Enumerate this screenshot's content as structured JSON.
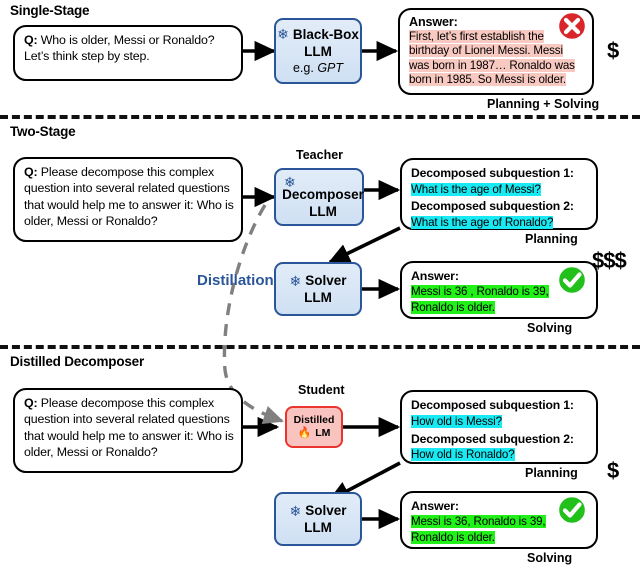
{
  "figure": {
    "type": "diagram",
    "description": "Comparison of Single-Stage, Two-Stage and Distilled Decomposer pipelines for question decomposition"
  },
  "sections": [
    {
      "title": "Single-Stage",
      "question": {
        "prefix": "Q:",
        "text": "Who is older, Messi or Ronaldo? Let’s think step by step."
      },
      "model": {
        "icon": "snowflake-icon",
        "name": "Black-Box",
        "kind": "LLM",
        "subtitle_prefix": "e.g. ",
        "subtitle_italic": "GPT"
      },
      "output": {
        "heading": "Answer:",
        "lines": [
          "First, let’s first establish the",
          "birthday of Lionel Messi. Messi",
          "was born in 1987… Ronaldo was",
          "born in 1985. So Messi is older."
        ],
        "badge": "cross-icon",
        "highlight": "#f8c9c1"
      },
      "phase_label": "Planning + Solving",
      "cost": "$"
    },
    {
      "title": "Two-Stage",
      "question": {
        "prefix": "Q:",
        "text": "Please decompose this complex question into several related questions that would help me to answer it: Who is older, Messi or Ronaldo?"
      },
      "role_label": "Teacher",
      "decomposer": {
        "icon": "snowflake-icon",
        "name": "Decomposer",
        "kind": "LLM"
      },
      "subquestions": {
        "label1": "Decomposed subquestion 1:",
        "value1": "What is the age of Messi?",
        "label2": "Decomposed subquestion 2:",
        "value2": "What is the age of Ronaldo?",
        "highlight": "#19e9f2"
      },
      "planning_label": "Planning",
      "solver": {
        "icon": "snowflake-icon",
        "name": "Solver",
        "kind": "LLM"
      },
      "answer": {
        "heading": "Answer:",
        "lines": [
          "Messi is 36 , Ronaldo is 39,",
          "Ronaldo is older."
        ],
        "badge": "check-icon",
        "highlight": "#22f019"
      },
      "solving_label": "Solving",
      "cost": "$$$"
    },
    {
      "title": "Distilled Decomposer",
      "question": {
        "prefix": "Q:",
        "text": "Please decompose this complex question into several related questions that would help me to answer it: Who is older, Messi or Ronaldo?"
      },
      "role_label": "Student",
      "decomposer": {
        "icon": "flame-icon",
        "name": "Distilled",
        "kind": "LM"
      },
      "subquestions": {
        "label1": "Decomposed subquestion 1:",
        "value1": "How old is Messi?",
        "label2": "Decomposed subquestion 2:",
        "value2": "How old is Ronaldo?",
        "highlight": "#19e9f2"
      },
      "planning_label": "Planning",
      "solver": {
        "icon": "snowflake-icon",
        "name": "Solver",
        "kind": "LLM"
      },
      "answer": {
        "heading": "Answer:",
        "lines": [
          "Messi is 36, Ronaldo is 39,",
          "Ronaldo is older."
        ],
        "badge": "check-icon",
        "highlight": "#22f019"
      },
      "solving_label": "Solving",
      "cost": "$"
    }
  ],
  "distillation_label": "Distillation",
  "colors": {
    "llm_border": "#2a5699",
    "llm_fill": "#d7e5f5",
    "distilled_border": "#e8352e",
    "distilled_fill": "#f9c4bf",
    "accent_blue": "#2a5699",
    "error_red": "#d8262a",
    "success_green": "#22c01a",
    "highlight_red": "#f8c9c1",
    "highlight_cyan": "#19e9f2",
    "highlight_green": "#22f019"
  }
}
